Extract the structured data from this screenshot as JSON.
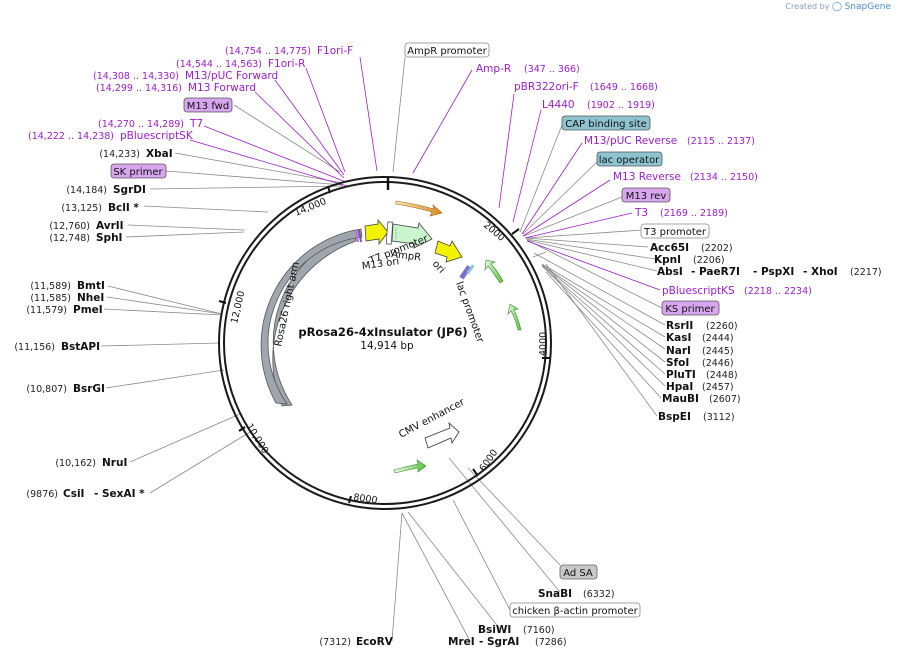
{
  "credit": {
    "prefix": "Created by",
    "brand": "SnapGene"
  },
  "plasmid": {
    "name": "pRosa26-4xInsulator (JP6)",
    "length": "14,914 bp"
  },
  "ticks": [
    "2000",
    "4000",
    "6000",
    "8000",
    "10,000",
    "12,000",
    "14,000"
  ],
  "features": {
    "rosa": "Rosa26 right arm",
    "t7": "T7 promoter",
    "m13ori": "M13 ori",
    "ampr": "AmpR",
    "ori": "ori",
    "lac": "lac promoter",
    "cmv": "CMV enhancer"
  },
  "boxed": {
    "ampr_promoter": "AmpR promoter",
    "cap": "CAP binding site",
    "lac_operator": "lac operator",
    "m13rev": "M13 rev",
    "t3_promoter": "T3 promoter",
    "ks_primer": "KS primer",
    "m13fwd": "M13 fwd",
    "sk_primer": "SK primer",
    "adsa": "Ad SA",
    "chicken": "chicken β-actin promoter"
  },
  "primers_left": [
    {
      "pos": "(14,754 .. 14,775)",
      "name": "F1ori-F"
    },
    {
      "pos": "(14,544 .. 14,563)",
      "name": "F1ori-R"
    },
    {
      "pos": "(14,308 .. 14,330)",
      "name": "M13/pUC Forward"
    },
    {
      "pos": "(14,299 .. 14,316)",
      "name": "M13 Forward"
    },
    {
      "pos": "(14,270 .. 14,289)",
      "name": "T7"
    },
    {
      "pos": "(14,222 .. 14,238)",
      "name": "pBluescriptSK"
    }
  ],
  "primers_right": [
    {
      "name": "Amp-R",
      "pos": "(347 .. 366)"
    },
    {
      "name": "pBR322ori-F",
      "pos": "(1649 .. 1668)"
    },
    {
      "name": "L4440",
      "pos": "(1902 .. 1919)"
    },
    {
      "name": "M13/pUC Reverse",
      "pos": "(2115 .. 2137)"
    },
    {
      "name": "M13 Reverse",
      "pos": "(2134 .. 2150)"
    },
    {
      "name": "T3",
      "pos": "(2169 .. 2189)"
    },
    {
      "name": "pBluescriptKS",
      "pos": "(2218 .. 2234)"
    }
  ],
  "sites_left": [
    {
      "pos": "(14,233)",
      "name": "XbaI"
    },
    {
      "pos": "(14,184)",
      "name": "SgrDI"
    },
    {
      "pos": "(13,125)",
      "name": "BclI *"
    },
    {
      "pos": "(12,760)",
      "name": "AvrII"
    },
    {
      "pos": "(12,748)",
      "name": "SphI"
    },
    {
      "pos": "(11,589)",
      "name": "BmtI"
    },
    {
      "pos": "(11,585)",
      "name": "NheI"
    },
    {
      "pos": "(11,579)",
      "name": "PmeI"
    },
    {
      "pos": "(11,156)",
      "name": "BstAPI"
    },
    {
      "pos": "(10,807)",
      "name": "BsrGI"
    },
    {
      "pos": "(10,162)",
      "name": "NruI"
    },
    {
      "pos": "(9876)",
      "name": "CsiI",
      "name2": "SexAI *"
    }
  ],
  "sites_right": [
    {
      "name": "Acc65I",
      "pos": "(2202)"
    },
    {
      "name": "KpnI",
      "pos": "(2206)"
    },
    {
      "name": "AbsI",
      "name2": "PaeR7I",
      "name3": "PspXI",
      "name4": "XhoI",
      "pos": "(2217)"
    },
    {
      "name": "RsrII",
      "pos": "(2260)"
    },
    {
      "name": "KasI",
      "pos": "(2444)"
    },
    {
      "name": "NarI",
      "pos": "(2445)"
    },
    {
      "name": "SfoI",
      "pos": "(2446)"
    },
    {
      "name": "PluTI",
      "pos": "(2448)"
    },
    {
      "name": "HpaI",
      "pos": "(2457)"
    },
    {
      "name": "MauBI",
      "pos": "(2607)"
    },
    {
      "name": "BspEI",
      "pos": "(3112)"
    }
  ],
  "sites_bottom": [
    {
      "name": "SnaBI",
      "pos": "(6332)"
    },
    {
      "name": "BsiWI",
      "pos": "(7160)"
    },
    {
      "name": "MreI",
      "name2": "SgrAI",
      "pos": "(7286)"
    },
    {
      "pos": "(7312)",
      "name": "EcoRV"
    }
  ],
  "colors": {
    "primer": "#9a1fc7",
    "blue_box": "#8ec3d0",
    "purple_box": "#d7a6ee",
    "grey_box": "#c8c8c8",
    "yellow": "#f3f300",
    "green_light": "#c9f5cf",
    "grey_feature": "#a0a6ad",
    "orange": "#e7a542"
  }
}
